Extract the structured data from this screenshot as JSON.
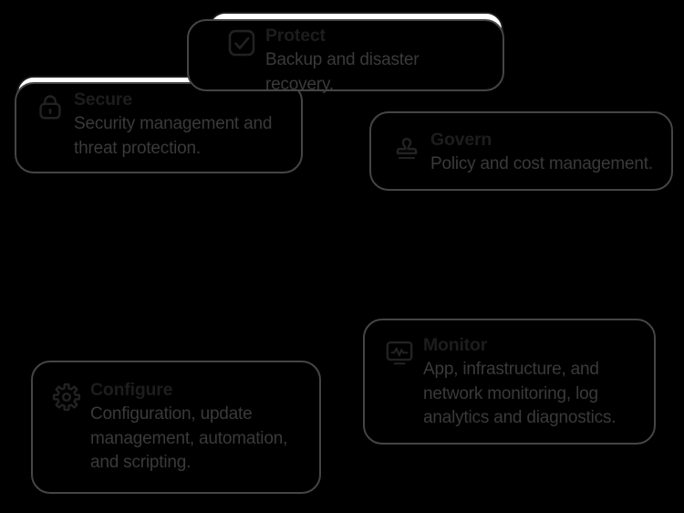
{
  "page": {
    "background_color": "#000000",
    "card_background": "#ffffff",
    "card_border_color": "#1b1b1b",
    "shadow_outline_color": "#454545",
    "title_color": "#1d1d1d",
    "description_color": "#3a3a3a"
  },
  "cards": [
    {
      "id": "protect",
      "icon": "checkbox-check-icon",
      "title": "Protect",
      "description": "Backup and disaster recovery.",
      "description_lines": [
        "Backup and disaster recovery."
      ]
    },
    {
      "id": "secure",
      "icon": "lock-icon",
      "title": "Secure",
      "description": "Security management and threat protection.",
      "description_lines": [
        "Security management and",
        "threat protection."
      ]
    },
    {
      "id": "govern",
      "icon": "stamp-icon",
      "title": "Govern",
      "description": "Policy and cost management.",
      "description_lines": [
        "Policy and cost management."
      ]
    },
    {
      "id": "monitor",
      "icon": "monitor-pulse-icon",
      "title": "Monitor",
      "description": "App, infrastructure, and network monitoring, log analytics and diagnostics.",
      "description_lines": [
        "App, infrastructure, and",
        "network monitoring, log",
        "analytics and diagnostics."
      ]
    },
    {
      "id": "configure",
      "icon": "gear-icon",
      "title": "Configure",
      "description": "Configuration, update management, automation, and scripting.",
      "description_lines": [
        "Configuration, update",
        "management, automation,",
        "and scripting."
      ]
    }
  ]
}
